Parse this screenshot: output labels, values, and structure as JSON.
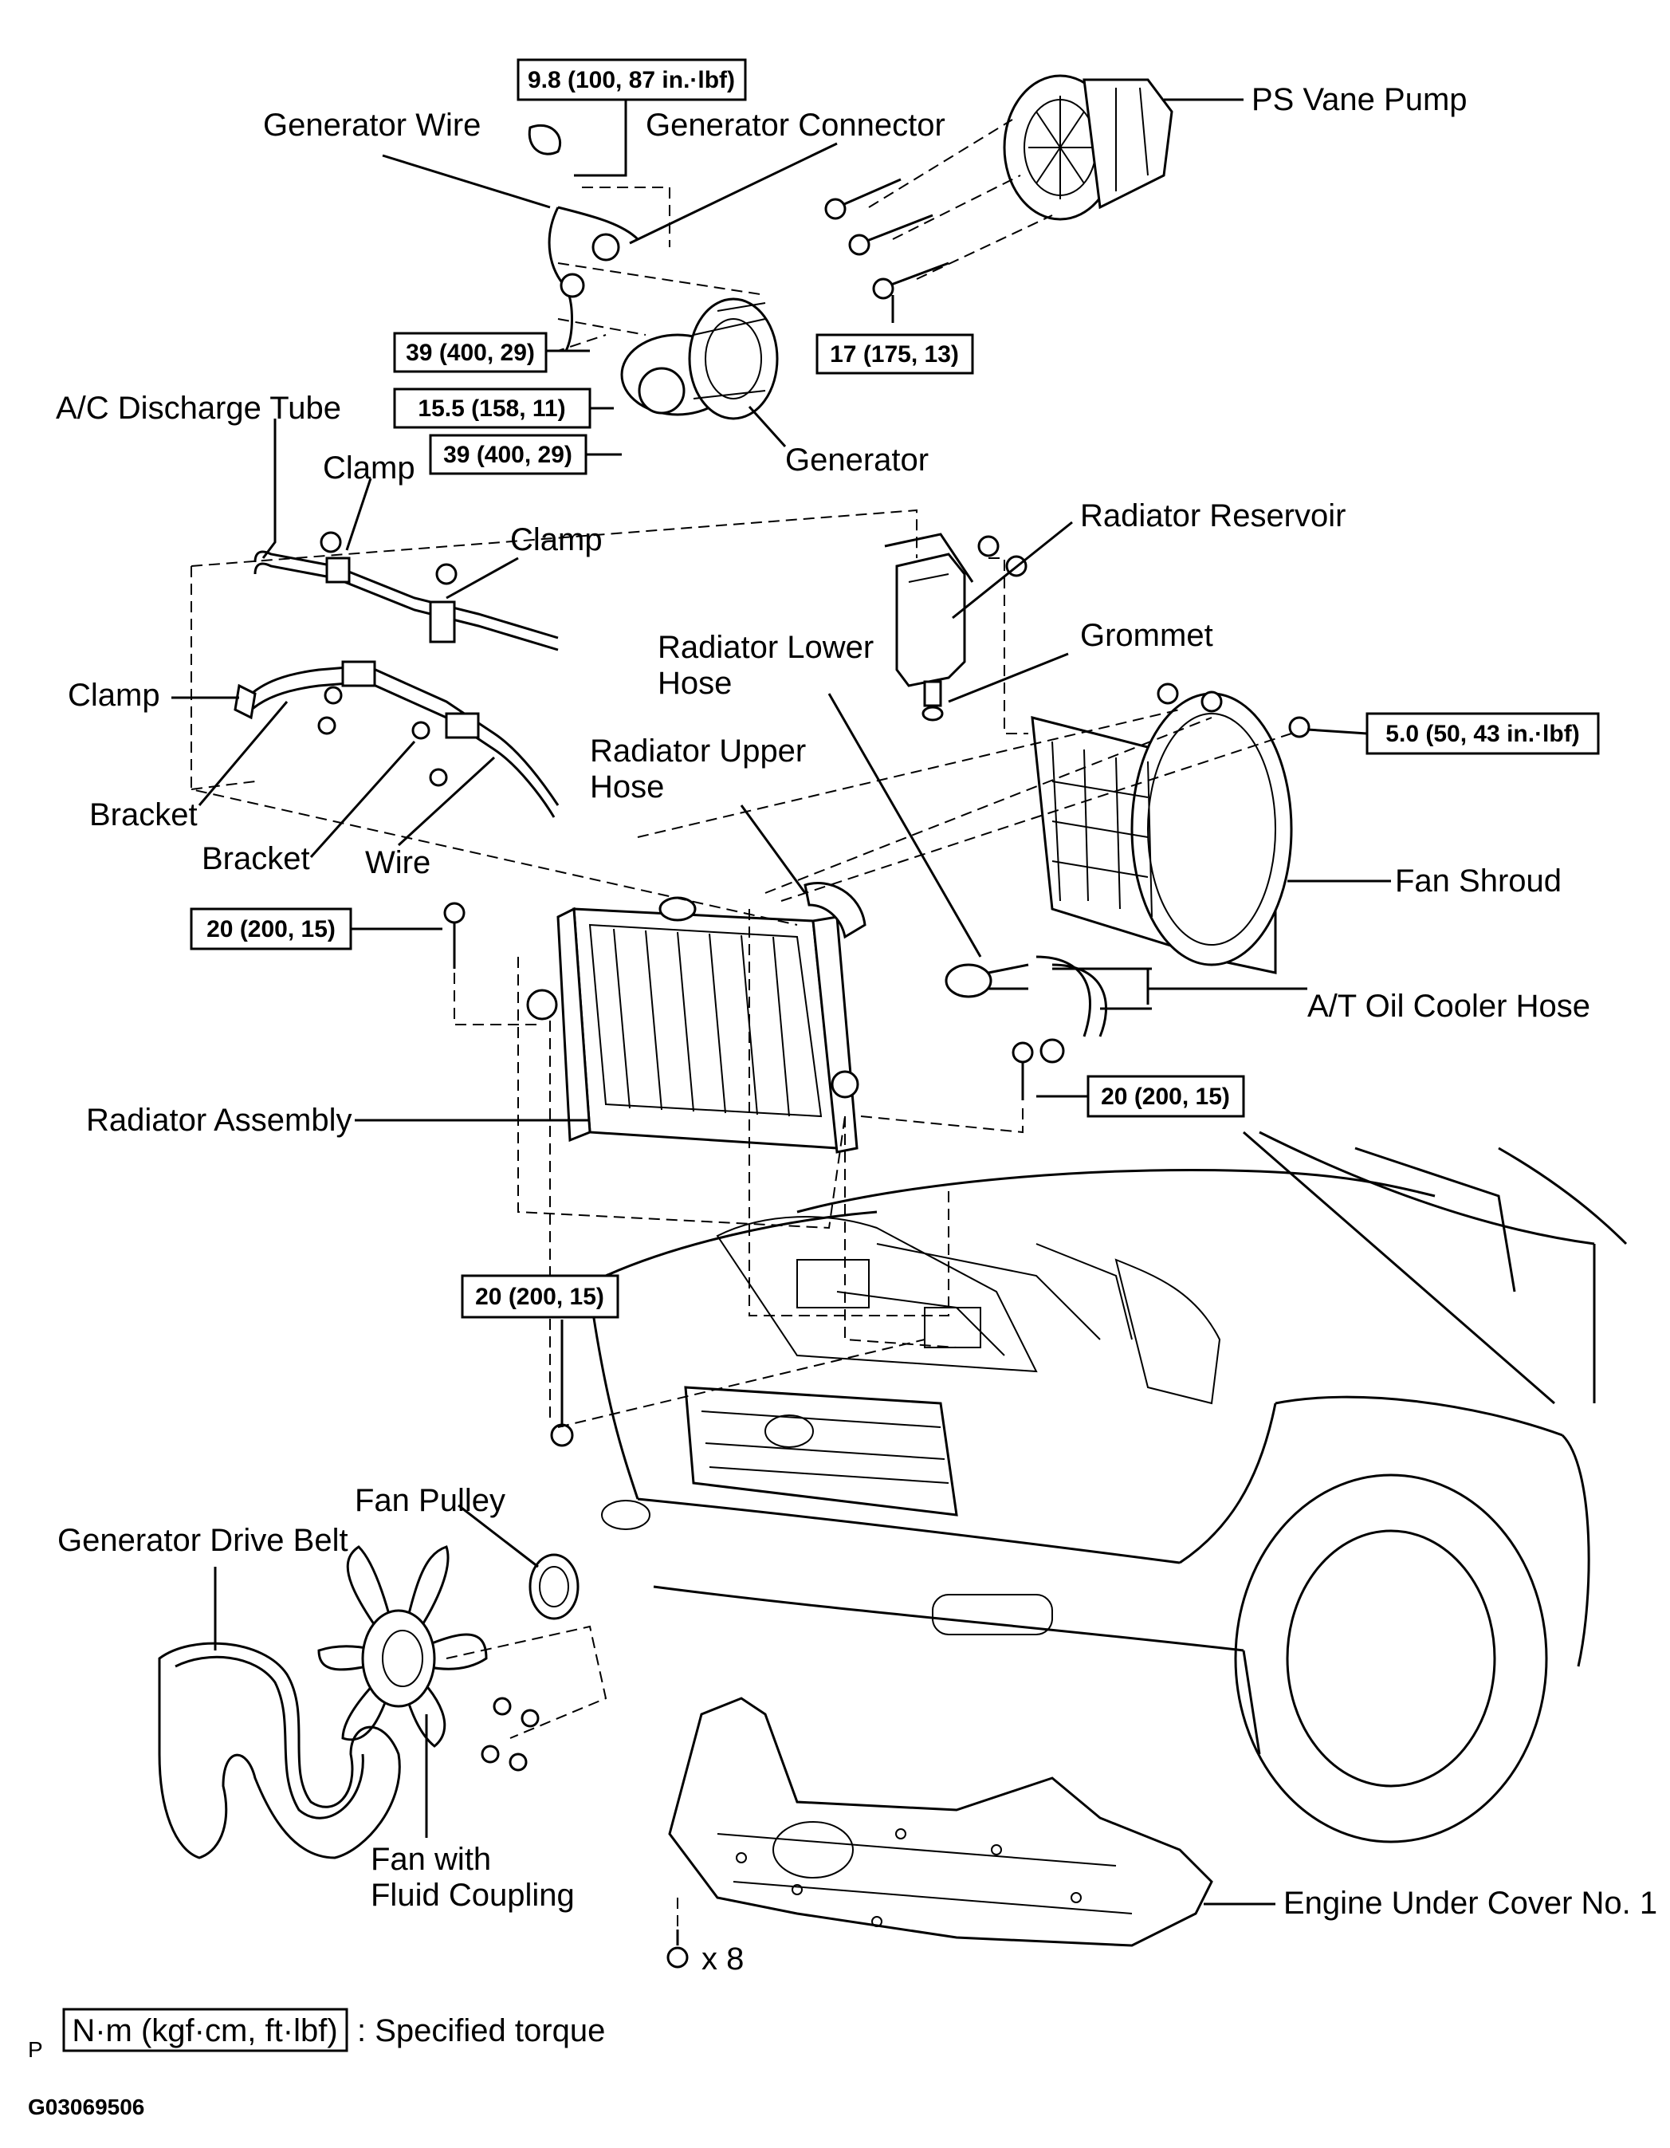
{
  "labels": {
    "generator_wire": "Generator Wire",
    "generator_connector": "Generator Connector",
    "ps_vane_pump": "PS Vane Pump",
    "generator": "Generator",
    "ac_discharge_tube": "A/C Discharge Tube",
    "clamp_1": "Clamp",
    "clamp_2": "Clamp",
    "clamp_3": "Clamp",
    "bracket_1": "Bracket",
    "bracket_2": "Bracket",
    "wire": "Wire",
    "radiator_reservoir": "Radiator Reservoir",
    "grommet": "Grommet",
    "radiator_lower_hose_1": "Radiator Lower",
    "radiator_lower_hose_2": "Hose",
    "radiator_upper_hose_1": "Radiator Upper",
    "radiator_upper_hose_2": "Hose",
    "fan_shroud": "Fan Shroud",
    "at_oil_cooler_hose": "A/T Oil Cooler Hose",
    "radiator_assembly": "Radiator Assembly",
    "fan_pulley": "Fan Pulley",
    "generator_drive_belt": "Generator Drive Belt",
    "fan_fluid_coupling_1": "Fan with",
    "fan_fluid_coupling_2": "Fluid Coupling",
    "engine_under_cover": "Engine Under Cover No. 1",
    "bolt_count": "x 8"
  },
  "torques": {
    "gen_wire_nut": "9.8 (100, 87 in.·lbf)",
    "gen_terminal": "39 (400, 29)",
    "gen_nut": "15.5 (158, 11)",
    "gen_bolt": "39 (400, 29)",
    "ps_pump_bolt": "17 (175, 13)",
    "fan_shroud_bolt": "5.0 (50, 43 in.·lbf)",
    "radiator_left": "20 (200, 15)",
    "radiator_right": "20 (200, 15)",
    "radiator_lower": "20 (200, 15)"
  },
  "legend": {
    "unit": "N·m (kgf·cm, ft·lbf)",
    "text": ": Specified torque",
    "prefix": "P"
  },
  "figure_code": "G03069506"
}
